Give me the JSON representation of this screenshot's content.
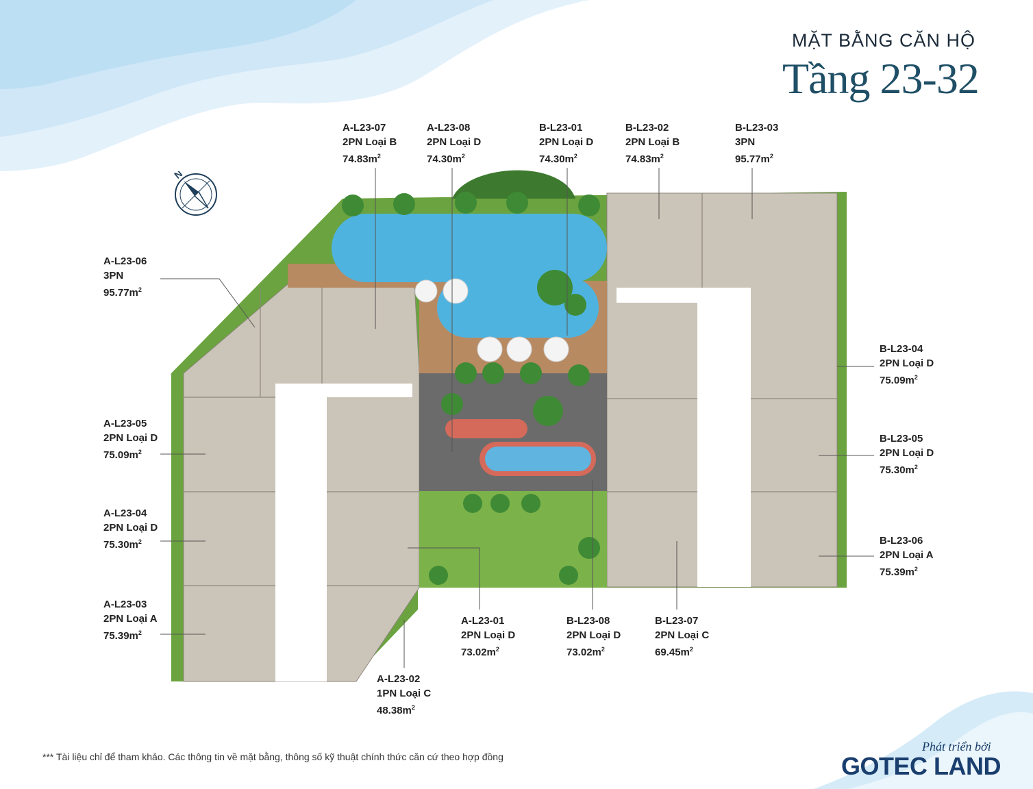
{
  "header": {
    "subtitle": "MẶT BẰNG CĂN HỘ",
    "title": "Tầng 23-32"
  },
  "compass": {
    "letter": "N"
  },
  "units": [
    {
      "code": "A-L23-07",
      "type": "2PN Loại B",
      "area": "74.83m",
      "exp": "2"
    },
    {
      "code": "A-L23-08",
      "type": "2PN Loại D",
      "area": "74.30m",
      "exp": "2"
    },
    {
      "code": "B-L23-01",
      "type": "2PN Loại D",
      "area": "74.30m",
      "exp": "2"
    },
    {
      "code": "B-L23-02",
      "type": "2PN Loại B",
      "area": "74.83m",
      "exp": "2"
    },
    {
      "code": "B-L23-03",
      "type": "3PN",
      "area": "95.77m",
      "exp": "2"
    },
    {
      "code": "A-L23-06",
      "type": "3PN",
      "area": "95.77m",
      "exp": "2"
    },
    {
      "code": "B-L23-04",
      "type": "2PN Loại D",
      "area": "75.09m",
      "exp": "2"
    },
    {
      "code": "A-L23-05",
      "type": "2PN Loại D",
      "area": "75.09m",
      "exp": "2"
    },
    {
      "code": "B-L23-05",
      "type": "2PN Loại D",
      "area": "75.30m",
      "exp": "2"
    },
    {
      "code": "A-L23-04",
      "type": "2PN Loại D",
      "area": "75.30m",
      "exp": "2"
    },
    {
      "code": "B-L23-06",
      "type": "2PN Loại A",
      "area": "75.39m",
      "exp": "2"
    },
    {
      "code": "A-L23-03",
      "type": "2PN Loại A",
      "area": "75.39m",
      "exp": "2"
    },
    {
      "code": "A-L23-01",
      "type": "2PN Loại D",
      "area": "73.02m",
      "exp": "2"
    },
    {
      "code": "B-L23-08",
      "type": "2PN Loại D",
      "area": "73.02m",
      "exp": "2"
    },
    {
      "code": "B-L23-07",
      "type": "2PN Loại C",
      "area": "69.45m",
      "exp": "2"
    },
    {
      "code": "A-L23-02",
      "type": "1PN Loại C",
      "area": "48.38m",
      "exp": "2"
    }
  ],
  "footer": {
    "note": "*** Tài liệu chỉ để tham khảo. Các thông tin về mặt bằng, thông số kỹ thuật chính thức căn cứ theo hợp đồng",
    "developer_prefix": "Phát triển bởi",
    "developer": "GOTEC LAND"
  },
  "colors": {
    "title": "#1f4f66",
    "pool": "#4fb3df",
    "grass": "#6aa33f",
    "unit": "#c9c2b6",
    "deck": "#b88a62",
    "plaza": "#6b6b6b"
  }
}
